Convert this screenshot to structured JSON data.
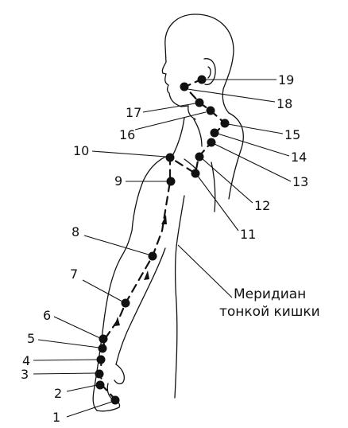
{
  "caption": {
    "line1": "Меридиан",
    "line2": "тонкой кишки"
  },
  "points": [
    {
      "label": "1"
    },
    {
      "label": "2"
    },
    {
      "label": "3"
    },
    {
      "label": "4"
    },
    {
      "label": "5"
    },
    {
      "label": "6"
    },
    {
      "label": "7"
    },
    {
      "label": "8"
    },
    {
      "label": "9"
    },
    {
      "label": "10"
    },
    {
      "label": "11"
    },
    {
      "label": "12"
    },
    {
      "label": "13"
    },
    {
      "label": "14"
    },
    {
      "label": "15"
    },
    {
      "label": "16"
    },
    {
      "label": "17"
    },
    {
      "label": "18"
    },
    {
      "label": "19"
    }
  ]
}
